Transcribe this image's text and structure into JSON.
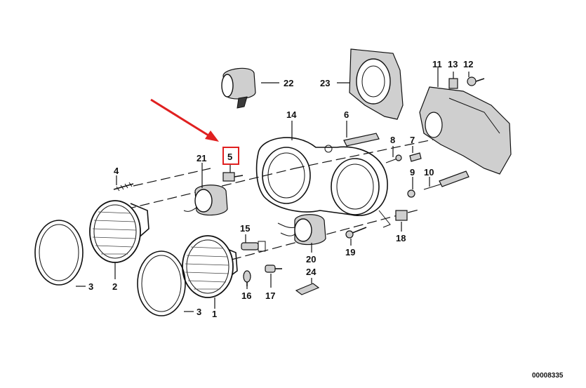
{
  "diagram": {
    "callouts": [
      {
        "id": "c1",
        "label": "1"
      },
      {
        "id": "c2",
        "label": "2"
      },
      {
        "id": "c3a",
        "label": "3"
      },
      {
        "id": "c3b",
        "label": "3"
      },
      {
        "id": "c4",
        "label": "4"
      },
      {
        "id": "c5",
        "label": "5"
      },
      {
        "id": "c6",
        "label": "6"
      },
      {
        "id": "c7",
        "label": "7"
      },
      {
        "id": "c8",
        "label": "8"
      },
      {
        "id": "c9",
        "label": "9"
      },
      {
        "id": "c10",
        "label": "10"
      },
      {
        "id": "c11",
        "label": "11"
      },
      {
        "id": "c12",
        "label": "12"
      },
      {
        "id": "c13",
        "label": "13"
      },
      {
        "id": "c14",
        "label": "14"
      },
      {
        "id": "c15",
        "label": "15"
      },
      {
        "id": "c16",
        "label": "16"
      },
      {
        "id": "c17",
        "label": "17"
      },
      {
        "id": "c18",
        "label": "18"
      },
      {
        "id": "c19",
        "label": "19"
      },
      {
        "id": "c20",
        "label": "20"
      },
      {
        "id": "c21",
        "label": "21"
      },
      {
        "id": "c22",
        "label": "22"
      },
      {
        "id": "c23",
        "label": "23"
      },
      {
        "id": "c24",
        "label": "24"
      }
    ],
    "highlighted_callout": "5",
    "highlight_color": "#e02020",
    "arrow_color": "#e02020",
    "drawing_number": "00008335"
  }
}
